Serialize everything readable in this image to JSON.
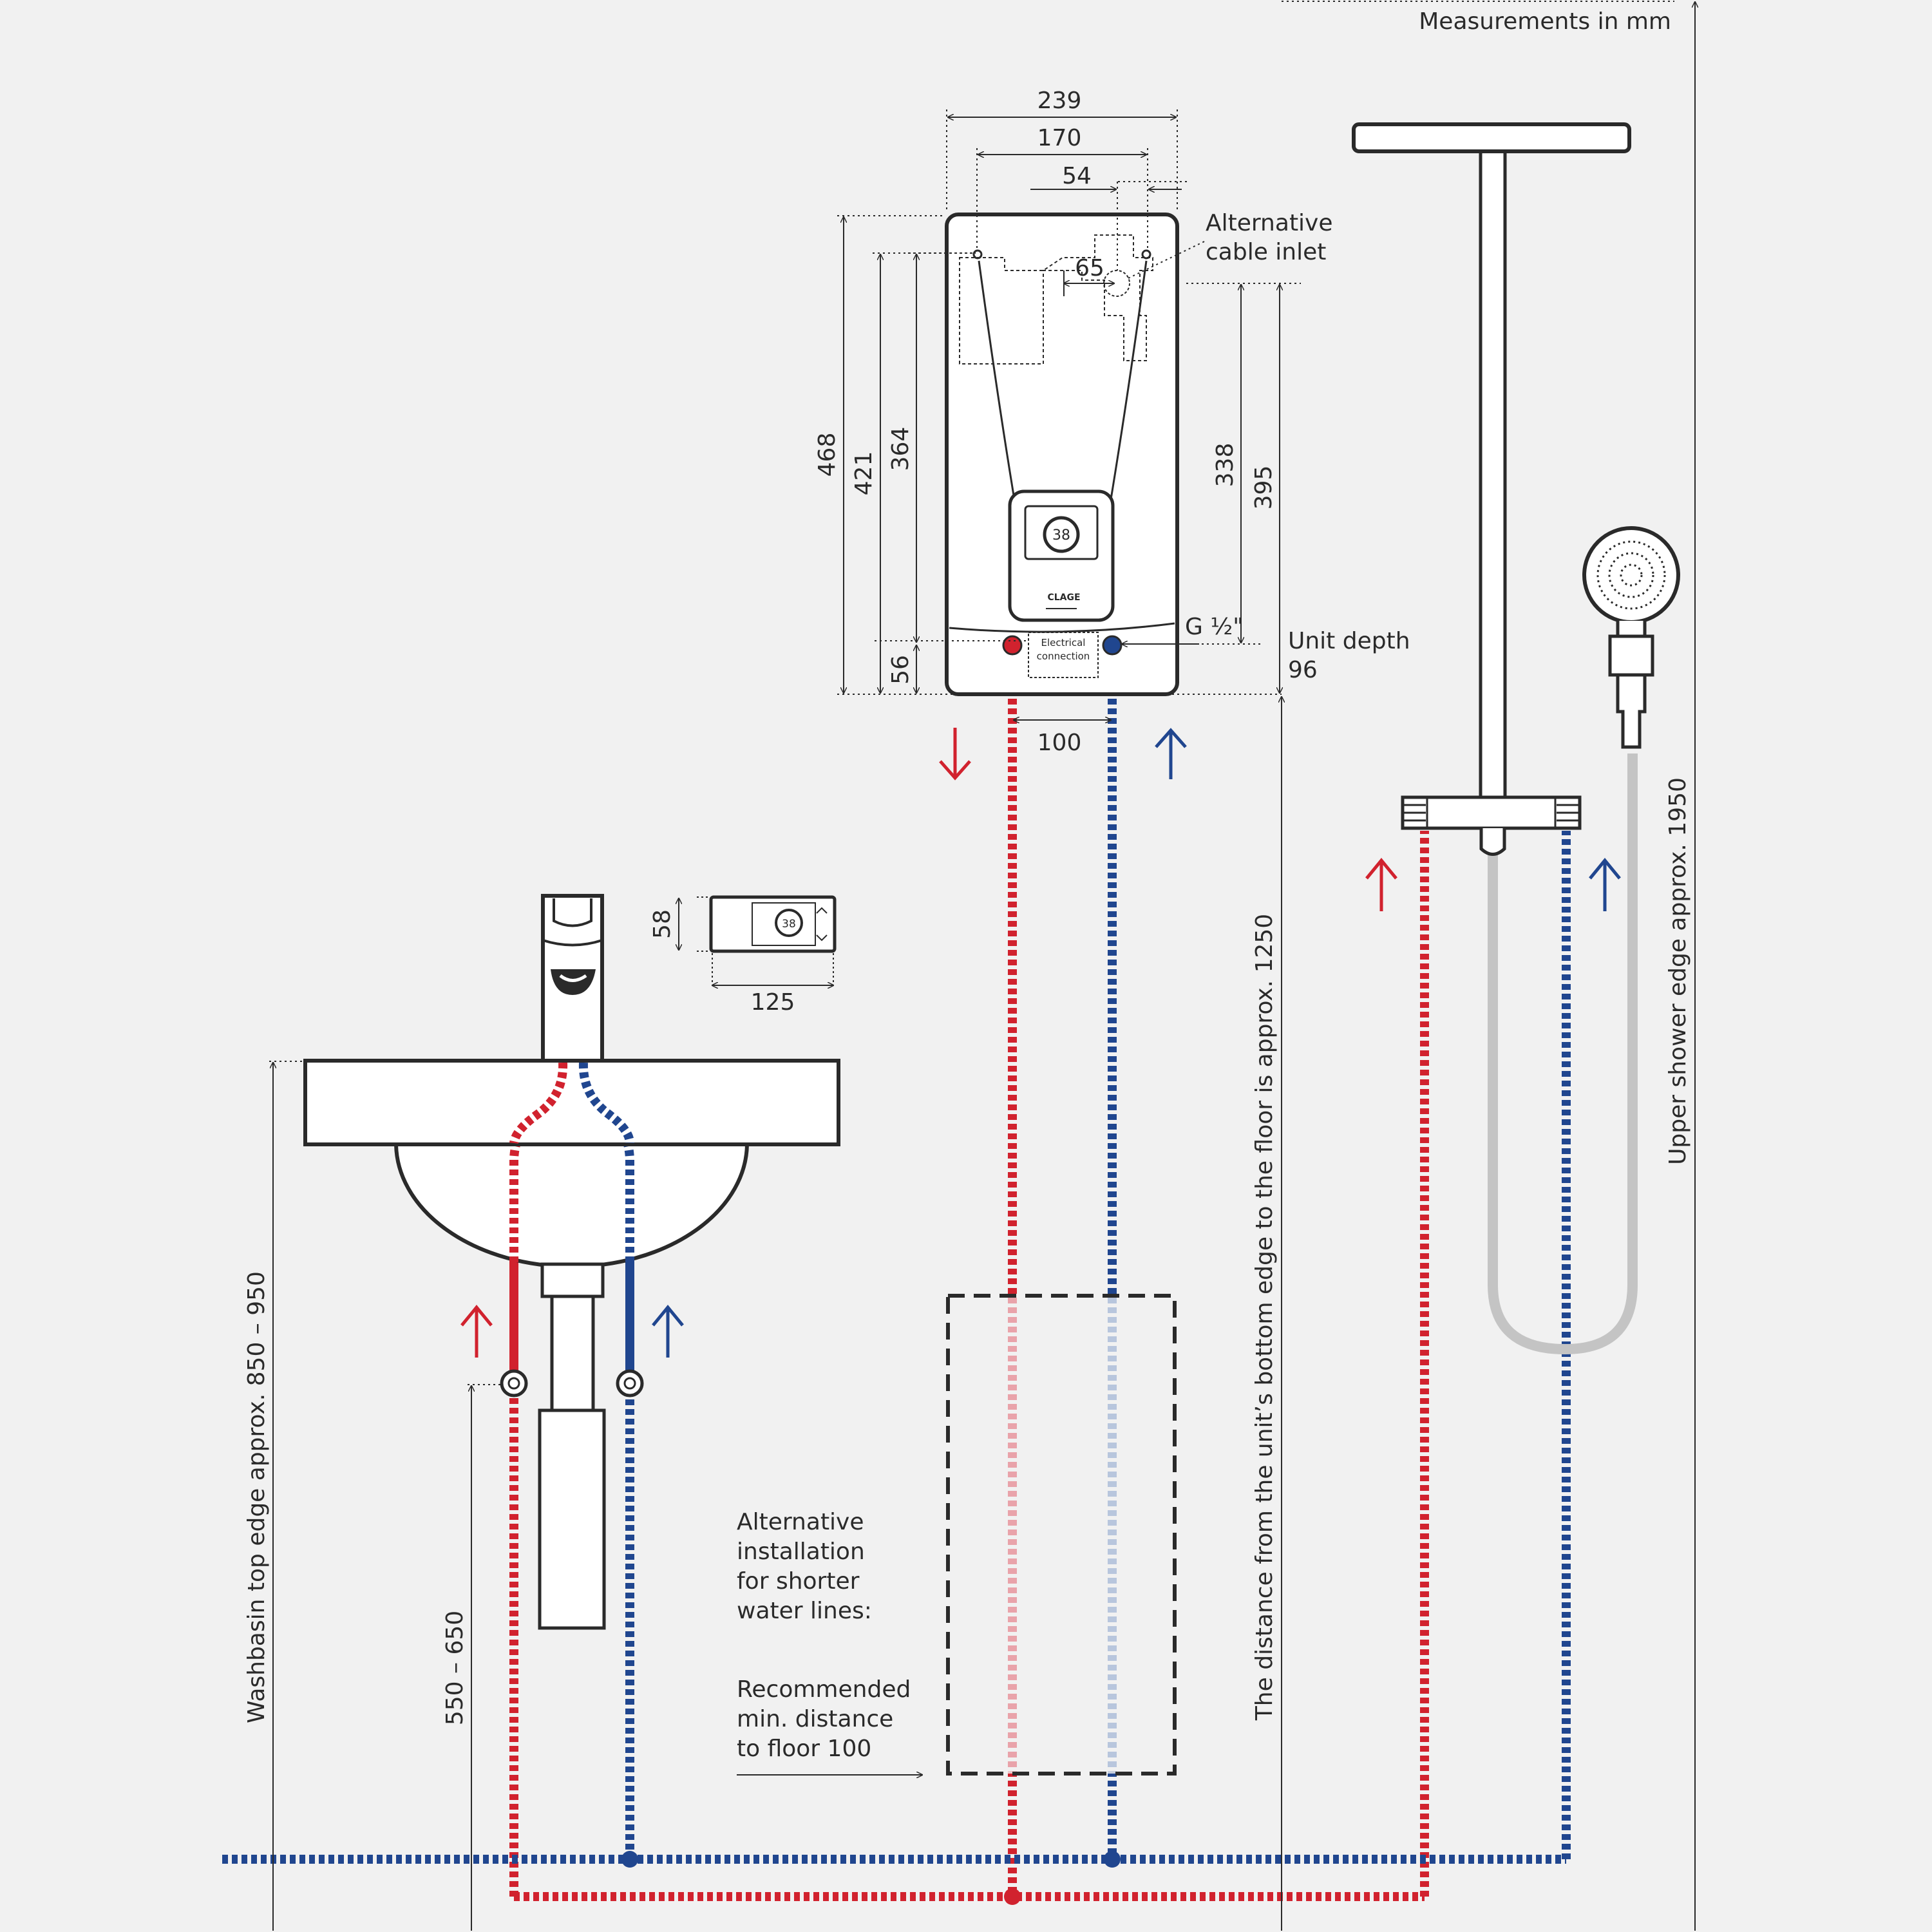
{
  "header": {
    "units_note": "Measurements in mm"
  },
  "unit": {
    "dimensions": {
      "width_total": "239",
      "width_mount": "170",
      "cable_offset": "54",
      "inlet_offset": "65",
      "height_total": "468",
      "height_421": "421",
      "height_364": "364",
      "height_338": "338",
      "height_395": "395",
      "bottom_56": "56",
      "pipe_spacing": "100"
    },
    "alt_cable_inlet": [
      "Alternative",
      "cable inlet"
    ],
    "thread_label": "G ½\"",
    "depth_label": [
      "Unit depth",
      "96"
    ],
    "electrical_connection": [
      "Electrical",
      "connection"
    ],
    "display_temp": "38",
    "brand": "CLAGE"
  },
  "remote": {
    "height": "58",
    "width": "125",
    "display_temp": "38"
  },
  "vertical_notes": {
    "washbasin_height": "Washbasin top edge approx. 850 – 950",
    "basin_valve_height": "550 – 650",
    "unit_floor_distance": "The distance from the unit’s bottom edge to the floor is approx. 1250",
    "shower_height": "Upper shower edge approx. 1950"
  },
  "alternative": {
    "label": [
      "Alternative",
      "installation",
      "for shorter",
      "water lines:"
    ],
    "floor_note": [
      "Recommended",
      "min. distance",
      "to floor 100"
    ]
  },
  "colors": {
    "hot": "#d1222e",
    "cold": "#20468f",
    "line": "#2a2a2a",
    "hose": "#c4c4c4",
    "background": "#f1f1f1"
  }
}
